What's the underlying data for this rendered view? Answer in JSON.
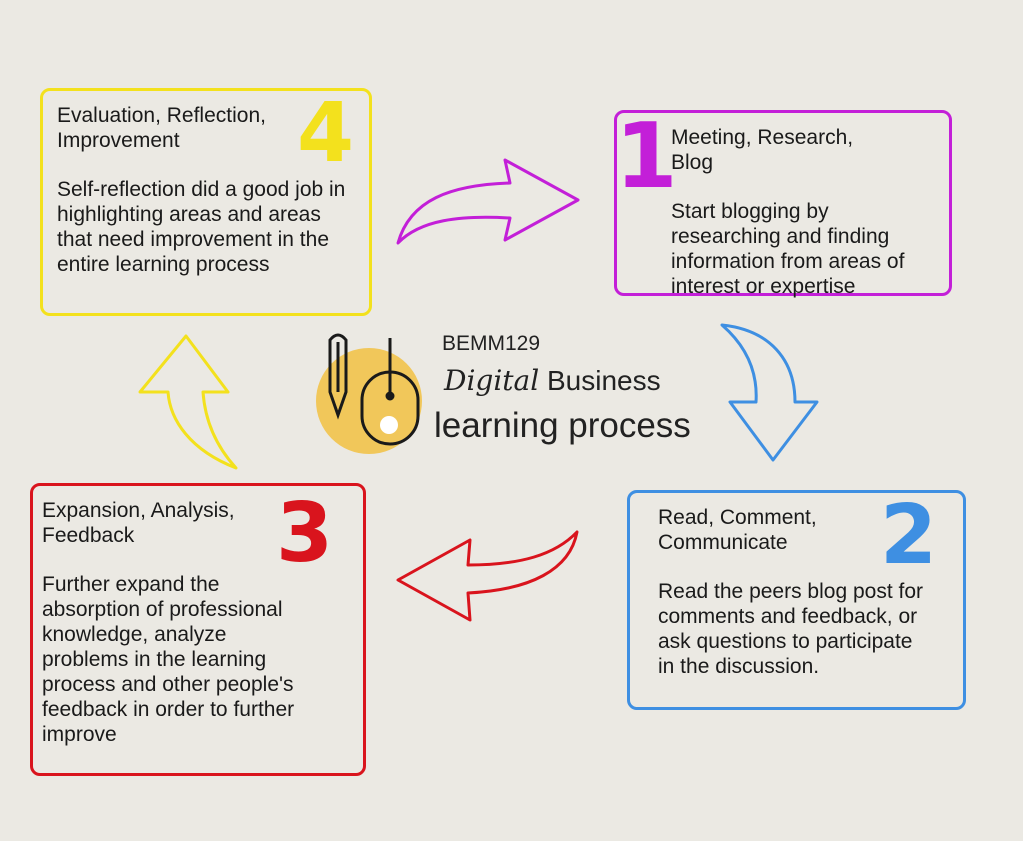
{
  "colors": {
    "step1": "#c31fd8",
    "step2": "#3e8fe2",
    "step3": "#d9141d",
    "step4": "#f3e11d",
    "circle": "#f1c75a"
  },
  "center": {
    "code": "BEMM129",
    "title_italic": "Digital",
    "title_rest": "Business",
    "subtitle": "learning process"
  },
  "steps": [
    {
      "number": "1",
      "title": "Meeting, Research, Blog",
      "description": "Start blogging by researching and finding information from areas of interest or expertise"
    },
    {
      "number": "2",
      "title": "Read, Comment, Communicate",
      "description": "Read the peers blog post for comments and feedback, or ask questions to participate in the discussion."
    },
    {
      "number": "3",
      "title": "Expansion, Analysis, Feedback",
      "description": "Further expand the absorption of professional knowledge, analyze problems in the learning process and other people's feedback in order to further improve"
    },
    {
      "number": "4",
      "title": "Evaluation, Reflection, Improvement",
      "description": "Self-reflection did a good job in highlighting areas and areas that need improvement in the entire learning process"
    }
  ]
}
